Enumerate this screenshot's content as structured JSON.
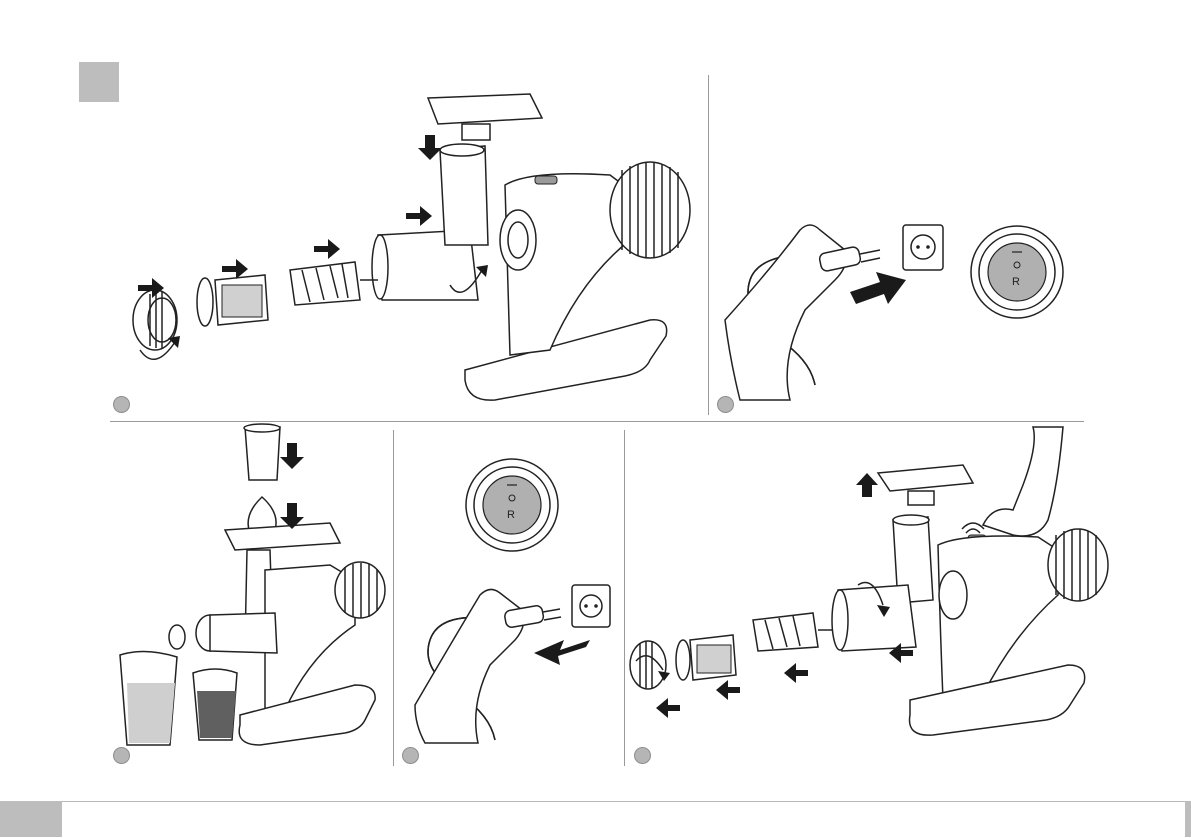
{
  "knob_label": "R",
  "colors": {
    "step_marker": "#bdbdbd",
    "divider": "#9a9a9a",
    "dark_juice": "#606060",
    "light_juice": "#cfcfcf"
  },
  "panels": [
    {
      "id": "assembly",
      "icon": "juicer-assembly-illustration"
    },
    {
      "id": "plug-in",
      "icon": "plug-in-socket-illustration"
    },
    {
      "id": "juicing",
      "icon": "juicing-illustration"
    },
    {
      "id": "unplug",
      "icon": "unplug-illustration"
    },
    {
      "id": "disassembly",
      "icon": "juicer-disassembly-illustration"
    }
  ]
}
